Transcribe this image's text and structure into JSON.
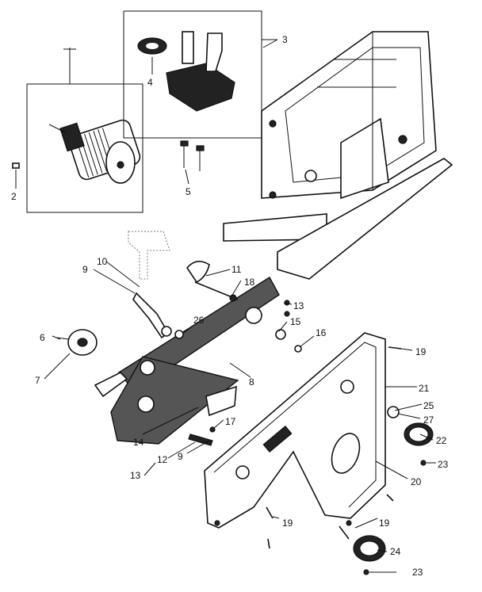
{
  "diagram": {
    "parts": [
      {
        "id": "2",
        "label": "2"
      },
      {
        "id": "3",
        "label": "3"
      },
      {
        "id": "4",
        "label": "4"
      },
      {
        "id": "5",
        "label": "5"
      },
      {
        "id": "6",
        "label": "6"
      },
      {
        "id": "7",
        "label": "7"
      },
      {
        "id": "8",
        "label": "8"
      },
      {
        "id": "9a",
        "label": "9"
      },
      {
        "id": "9b",
        "label": "9"
      },
      {
        "id": "10",
        "label": "10"
      },
      {
        "id": "11",
        "label": "11"
      },
      {
        "id": "12",
        "label": "12"
      },
      {
        "id": "13a",
        "label": "13"
      },
      {
        "id": "13b",
        "label": "13"
      },
      {
        "id": "14",
        "label": "14"
      },
      {
        "id": "15",
        "label": "15"
      },
      {
        "id": "16",
        "label": "16"
      },
      {
        "id": "17",
        "label": "17"
      },
      {
        "id": "18",
        "label": "18"
      },
      {
        "id": "19a",
        "label": "19"
      },
      {
        "id": "19b",
        "label": "19"
      },
      {
        "id": "19c",
        "label": "19"
      },
      {
        "id": "20",
        "label": "20"
      },
      {
        "id": "21",
        "label": "21"
      },
      {
        "id": "22",
        "label": "22"
      },
      {
        "id": "23a",
        "label": "23"
      },
      {
        "id": "23b",
        "label": "23"
      },
      {
        "id": "24",
        "label": "24"
      },
      {
        "id": "25",
        "label": "25"
      },
      {
        "id": "26",
        "label": "26"
      },
      {
        "id": "27",
        "label": "27"
      }
    ]
  }
}
